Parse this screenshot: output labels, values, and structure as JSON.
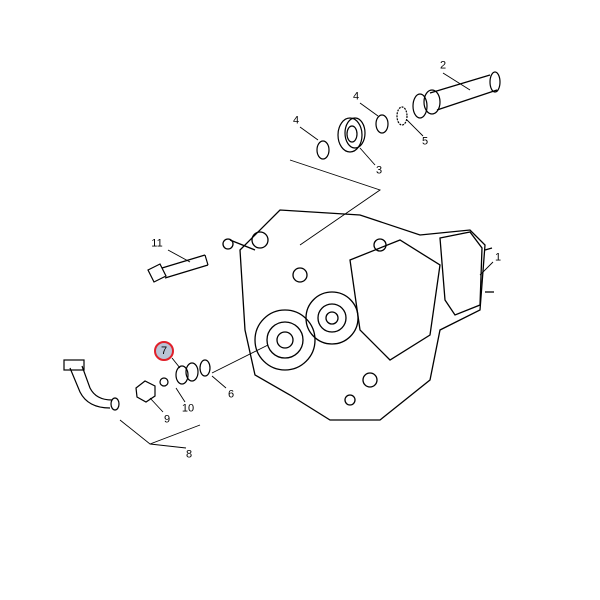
{
  "diagram": {
    "callouts": [
      {
        "id": "2",
        "text": "2"
      },
      {
        "id": "4a",
        "text": "4"
      },
      {
        "id": "4b",
        "text": "4"
      },
      {
        "id": "5",
        "text": "5"
      },
      {
        "id": "3",
        "text": "3"
      },
      {
        "id": "11",
        "text": "11"
      },
      {
        "id": "1",
        "text": "1"
      },
      {
        "id": "7",
        "text": "7",
        "highlighted": true
      },
      {
        "id": "6",
        "text": "6"
      },
      {
        "id": "10",
        "text": "10"
      },
      {
        "id": "9",
        "text": "9"
      },
      {
        "id": "8",
        "text": "8"
      }
    ],
    "highlight_color": "#e0202a"
  }
}
